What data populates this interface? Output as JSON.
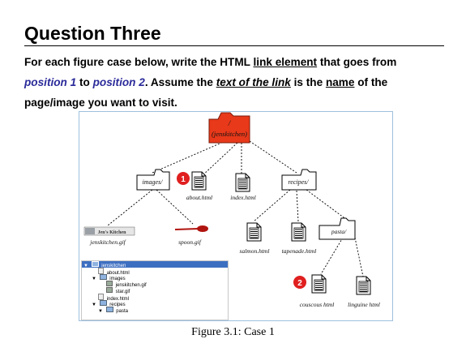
{
  "question": {
    "title": "Question Three",
    "intro": "For each figure case below, write the HTML",
    "link_element": "link element",
    "goes_from": "that goes from",
    "position1": "position 1",
    "to": "to",
    "position2": "position 2",
    "assume": ". Assume the",
    "text_of_link": "text of the link",
    "is_the": "is the",
    "name": "name",
    "of_the": "of the page/image you want to visit."
  },
  "diagram": {
    "root_label": "/",
    "root_sub": "(jenskitchen)",
    "images_folder": "images/",
    "recipes_folder": "recipes/",
    "pasta_folder": "pasta/",
    "about_file": "about.html",
    "index_file": "index.html",
    "jenskitchen_gif": "jenskitchen.gif",
    "spoon_gif": "spoon.gif",
    "salmon_file": "salmon.html",
    "tapenade_file": "tapenade.html",
    "couscous_file": "couscous html",
    "linguine_file": "linguine html",
    "marker1": "1",
    "marker2": "2",
    "logo_text": "Jen's Kitchen",
    "colors": {
      "root_folder": "#e8391a",
      "marker": "#e01f1f",
      "spoon": "#b01410",
      "tree_highlight": "#3d6fc1"
    }
  },
  "finder_tree": {
    "items": [
      "jenskitchen",
      "about.html",
      "images",
      "jenskitchen.gif",
      "star.gif",
      "index.html",
      "recipes",
      "pasta"
    ]
  },
  "caption": "Figure 3.1: Case 1"
}
